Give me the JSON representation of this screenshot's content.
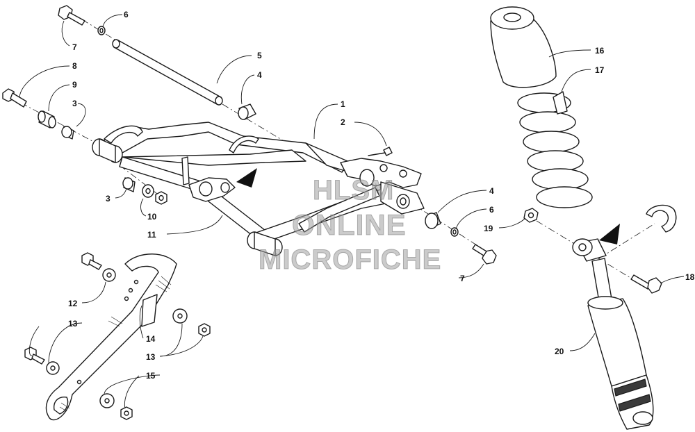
{
  "watermark": {
    "line1": "HLSM",
    "line2": "ONLINE",
    "line3": "MICROFICHE"
  },
  "callouts": {
    "c1": "1",
    "c2": "2",
    "c3a": "3",
    "c3b": "3",
    "c4a": "4",
    "c4b": "4",
    "c5": "5",
    "c6a": "6",
    "c6b": "6",
    "c7a": "7",
    "c7b": "7",
    "c8": "8",
    "c9": "9",
    "c10": "10",
    "c11": "11",
    "c12": "12",
    "c13a": "13",
    "c13b": "13",
    "c14": "14",
    "c15": "15",
    "c16": "16",
    "c17": "17",
    "c18": "18",
    "c19": "19",
    "c20": "20"
  }
}
